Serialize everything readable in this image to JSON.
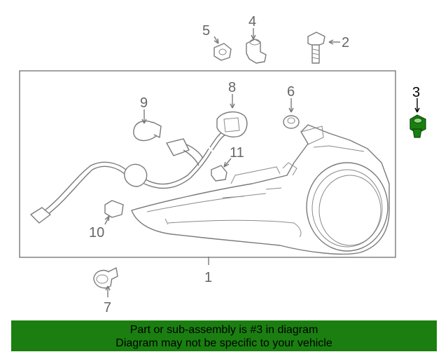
{
  "callouts": {
    "c1": "1",
    "c2": "2",
    "c3": "3",
    "c4": "4",
    "c5": "5",
    "c6": "6",
    "c7": "7",
    "c8": "8",
    "c9": "9",
    "c10": "10",
    "c11": "11"
  },
  "highlight": {
    "part": "3",
    "color": "#1a7f10"
  },
  "banner": {
    "line1": "Part or sub-assembly is #3 in diagram",
    "line2": "Diagram may not be specific to your vehicle",
    "background": "#1a7f10"
  }
}
